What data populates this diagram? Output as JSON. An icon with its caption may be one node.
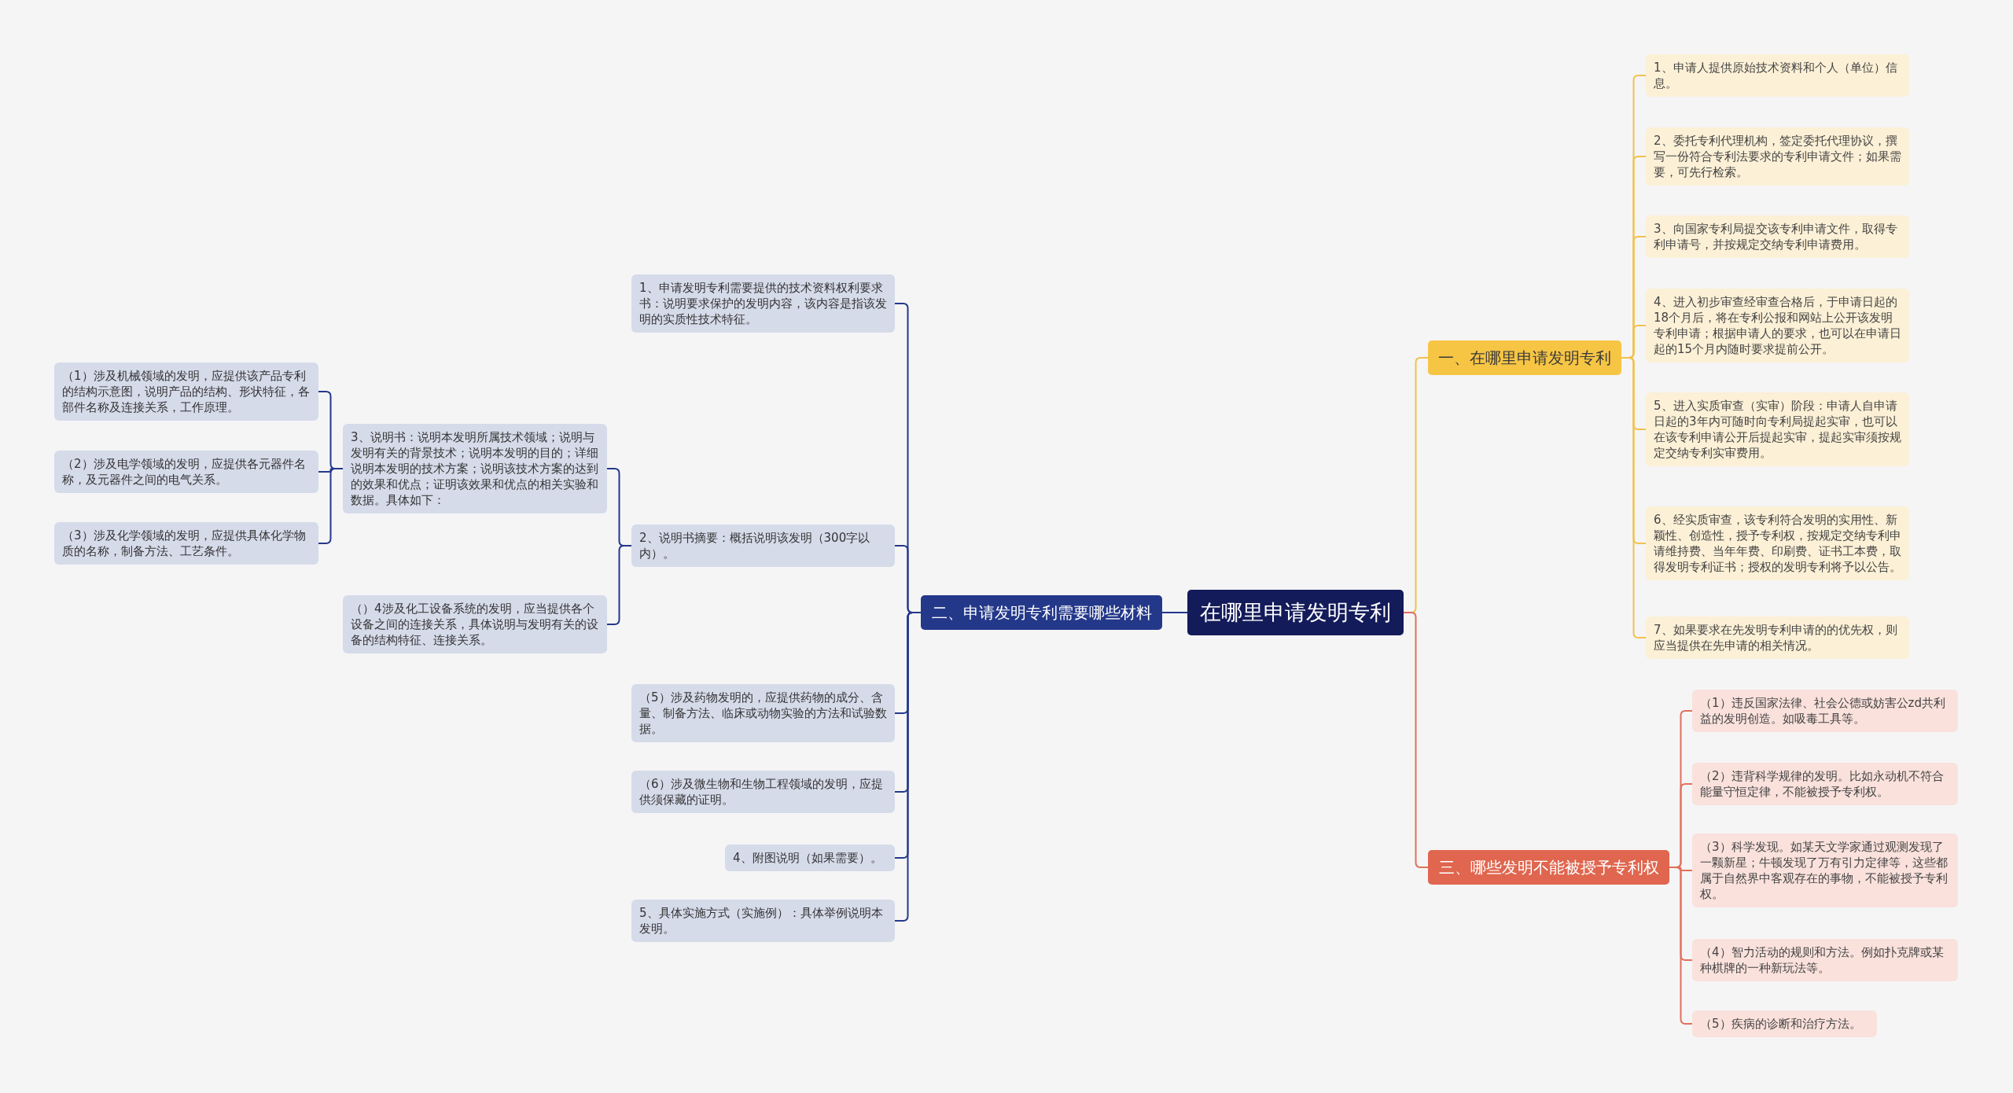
{
  "diagram": {
    "nodes": [
      {
        "text": [
          "在哪里申请发明专利"
        ]
      },
      {
        "text": [
          "一、在哪里申请发明专利"
        ]
      },
      {
        "text": [
          "1、申请人提供原始技术资料和个人（单位）信息。"
        ]
      },
      {
        "text": [
          "2、委托专利代理机构，签定委托代理协议，撰写一份符合专利法要求的专利申请文件；如果需要，可先行检索。"
        ]
      },
      {
        "text": [
          "3、向国家专利局提交该专利申请文件，取得专利申请号，并按规定交纳专利申请费用。"
        ]
      },
      {
        "text": [
          "4、进入初步审查经审查合格后，于申请日起的18个月后，将在专利公报和网站上公开该发明专利申请；根据申请人的要求，也可以在申请日起的15个月内随时要求提前公开。"
        ]
      },
      {
        "text": [
          "5、进入实质审查（实审）阶段：申请人自申请日起的3年内可随时向专利局提起实审，也可以在该专利申请公开后提起实审，提起实审须按规定交纳专利实审费用。"
        ]
      },
      {
        "text": [
          "6、经实质审查，该专利符合发明的实用性、新颖性、创造性，授予专利权，按规定交纳专利申请维持费、当年年费、印刷费、证书工本费，取得发明专利证书；授权的发明专利将予以公告。"
        ]
      },
      {
        "text": [
          "7、如果要求在先发明专利申请的的优先权，则应当提供在先申请的相关情况。"
        ]
      },
      {
        "text": [
          "三、哪些发明不能被授予专利权"
        ]
      },
      {
        "text": [
          "（1）违反国家法律、社会公德或妨害公zd共利益的发明创造。如吸毒工具等。"
        ]
      },
      {
        "text": [
          "（2）违背科学规律的发明。比如永动机不符合能量守恒定律，不能被授予专利权。"
        ]
      },
      {
        "text": [
          "（3）科学发现。如某天文学家通过观测发现了一颗新星；牛顿发现了万有引力定律等，这些都属于自然界中客观存在的事物，不能被授予专利权。"
        ]
      },
      {
        "text": [
          "（4）智力活动的规则和方法。例如扑克牌或某种棋牌的一种新玩法等。"
        ]
      },
      {
        "text": [
          "（5）疾病的诊断和治疗方法。"
        ]
      },
      {
        "text": [
          "二、申请发明专利需要哪些材料"
        ]
      },
      {
        "text": [
          "1、申请发明专利需要提供的技术资料权利要求书：说明要求保护的发明内容，该内容是指该发明的实质性技术特征。"
        ]
      },
      {
        "text": [
          "2、说明书摘要：概括说明该发明（300字以内）。"
        ]
      },
      {
        "text": [
          "3、说明书：说明本发明所属技术领域；说明与发明有关的背景技术；说明本发明的目的；详细说明本发明的技术方案；说明该技术方案的达到的效果和优点；证明该效果和优点的相关实验和数据。具体如下："
        ]
      },
      {
        "text": [
          "（1）涉及机械领域的发明，应提供该产品专利的结构示意图，说明产品的结构、形状特征，各部件名称及连接关系，工作原理。"
        ]
      },
      {
        "text": [
          "（2）涉及电学领域的发明，应提供各元器件名称，及元器件之间的电气关系。"
        ]
      },
      {
        "text": [
          "（3）涉及化学领域的发明，应提供具体化学物质的名称，制备方法、工艺条件。"
        ]
      },
      {
        "text": [
          "（）4涉及化工设备系统的发明，应当提供各个设备之间的连接关系，具体说明与发明有关的设备的结构特征、连接关系。"
        ]
      },
      {
        "text": [
          "（5）涉及药物发明的，应提供药物的成分、含量、制备方法、临床或动物实验的方法和试验数据。"
        ]
      },
      {
        "text": [
          "（6）涉及微生物和生物工程领域的发明，应提供须保藏的证明。"
        ]
      },
      {
        "text": [
          "4、附图说明（如果需要）。"
        ]
      },
      {
        "text": [
          "5、具体实施方式（实施例）：具体举例说明本发明。"
        ]
      }
    ],
    "edges": [
      {
        "from": 0,
        "to": 1,
        "arrow": "none",
        "color": "#f2c14e"
      },
      {
        "from": 1,
        "to": 2,
        "arrow": "none",
        "color": "#f2c14e"
      },
      {
        "from": 1,
        "to": 3,
        "arrow": "none",
        "color": "#f2c14e"
      },
      {
        "from": 1,
        "to": 4,
        "arrow": "none",
        "color": "#f2c14e"
      },
      {
        "from": 1,
        "to": 5,
        "arrow": "none",
        "color": "#f2c14e"
      },
      {
        "from": 1,
        "to": 6,
        "arrow": "none",
        "color": "#f2c14e"
      },
      {
        "from": 1,
        "to": 7,
        "arrow": "none",
        "color": "#f2c14e"
      },
      {
        "from": 1,
        "to": 8,
        "arrow": "none",
        "color": "#f2c14e"
      },
      {
        "from": 0,
        "to": 9,
        "arrow": "none",
        "color": "#e0705c"
      },
      {
        "from": 9,
        "to": 10,
        "arrow": "none",
        "color": "#e0705c"
      },
      {
        "from": 9,
        "to": 11,
        "arrow": "none",
        "color": "#e0705c"
      },
      {
        "from": 9,
        "to": 12,
        "arrow": "none",
        "color": "#e0705c"
      },
      {
        "from": 9,
        "to": 13,
        "arrow": "none",
        "color": "#e0705c"
      },
      {
        "from": 9,
        "to": 14,
        "arrow": "none",
        "color": "#e0705c"
      },
      {
        "from": 0,
        "to": 15,
        "arrow": "none"
      },
      {
        "from": 15,
        "to": 16,
        "arrow": "none"
      },
      {
        "from": 15,
        "to": 17,
        "arrow": "none"
      },
      {
        "from": 17,
        "to": 18,
        "arrow": "none"
      },
      {
        "from": 18,
        "to": 19,
        "arrow": "none"
      },
      {
        "from": 18,
        "to": 20,
        "arrow": "none"
      },
      {
        "from": 18,
        "to": 21,
        "arrow": "none"
      },
      {
        "from": 17,
        "to": 22,
        "arrow": "none"
      },
      {
        "from": 15,
        "to": 23,
        "arrow": "none"
      },
      {
        "from": 15,
        "to": 24,
        "arrow": "none"
      },
      {
        "from": 15,
        "to": 25,
        "arrow": "none"
      },
      {
        "from": 15,
        "to": 26,
        "arrow": "none"
      }
    ]
  }
}
